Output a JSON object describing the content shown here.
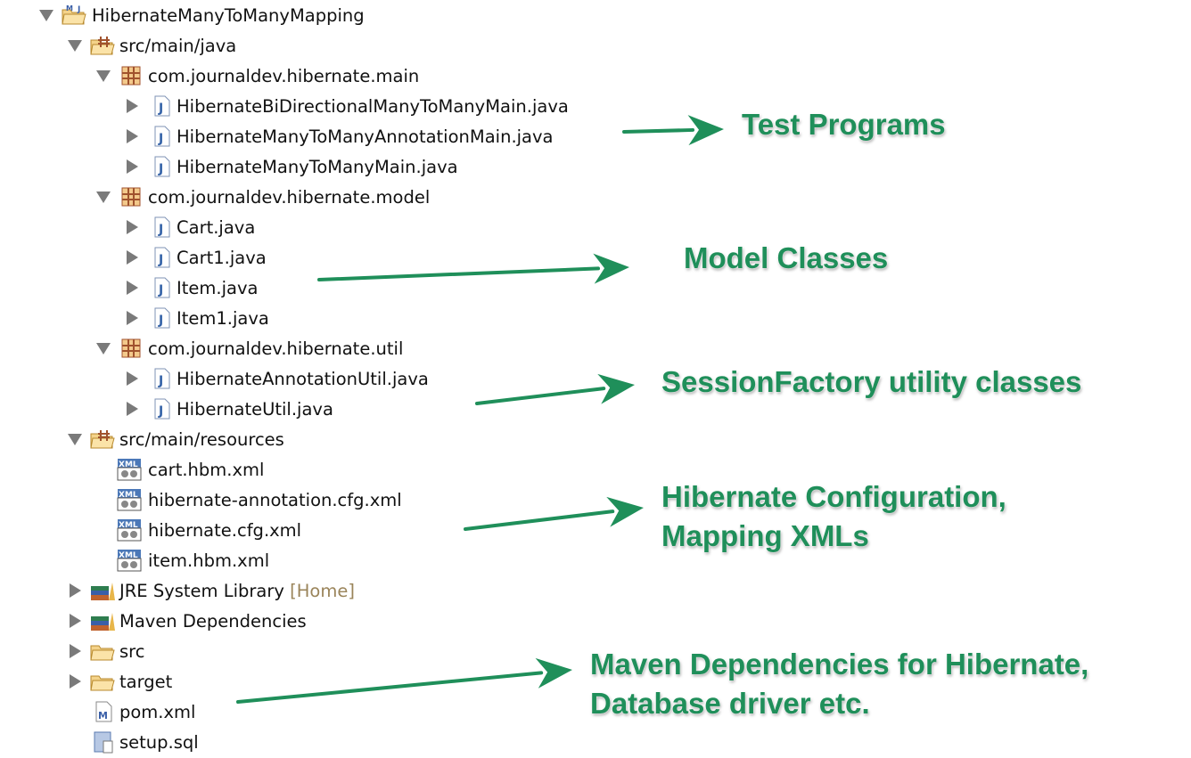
{
  "colors": {
    "annotation": "#1f8f5a",
    "decoration": "#9a845a",
    "triangle": "#7a7a7a"
  },
  "tree": [
    {
      "label": "HibernateManyToManyMapping",
      "level": 0,
      "toggle": "open",
      "icon": "maven-project-icon"
    },
    {
      "label": "src/main/java",
      "level": 1,
      "toggle": "open",
      "icon": "source-folder-icon"
    },
    {
      "label": "com.journaldev.hibernate.main",
      "level": 2,
      "toggle": "open",
      "icon": "package-icon"
    },
    {
      "label": "HibernateBiDirectionalManyToManyMain.java",
      "level": 3,
      "toggle": "closed",
      "icon": "java-file-icon"
    },
    {
      "label": "HibernateManyToManyAnnotationMain.java",
      "level": 3,
      "toggle": "closed",
      "icon": "java-file-icon"
    },
    {
      "label": "HibernateManyToManyMain.java",
      "level": 3,
      "toggle": "closed",
      "icon": "java-file-icon"
    },
    {
      "label": "com.journaldev.hibernate.model",
      "level": 2,
      "toggle": "open",
      "icon": "package-icon"
    },
    {
      "label": "Cart.java",
      "level": 3,
      "toggle": "closed",
      "icon": "java-file-icon"
    },
    {
      "label": "Cart1.java",
      "level": 3,
      "toggle": "closed",
      "icon": "java-file-icon"
    },
    {
      "label": "Item.java",
      "level": 3,
      "toggle": "closed",
      "icon": "java-file-icon"
    },
    {
      "label": "Item1.java",
      "level": 3,
      "toggle": "closed",
      "icon": "java-file-icon"
    },
    {
      "label": "com.journaldev.hibernate.util",
      "level": 2,
      "toggle": "open",
      "icon": "package-icon"
    },
    {
      "label": "HibernateAnnotationUtil.java",
      "level": 3,
      "toggle": "closed",
      "icon": "java-file-icon"
    },
    {
      "label": "HibernateUtil.java",
      "level": 3,
      "toggle": "closed",
      "icon": "java-file-icon"
    },
    {
      "label": "src/main/resources",
      "level": 1,
      "toggle": "open",
      "icon": "source-folder-icon"
    },
    {
      "label": "cart.hbm.xml",
      "level": 2,
      "toggle": "none",
      "icon": "xml-file-icon"
    },
    {
      "label": "hibernate-annotation.cfg.xml",
      "level": 2,
      "toggle": "none",
      "icon": "xml-file-icon"
    },
    {
      "label": "hibernate.cfg.xml",
      "level": 2,
      "toggle": "none",
      "icon": "xml-file-icon"
    },
    {
      "label": "item.hbm.xml",
      "level": 2,
      "toggle": "none",
      "icon": "xml-file-icon"
    },
    {
      "label": "JRE System Library",
      "decoration": "[Home]",
      "level": 1,
      "toggle": "closed",
      "icon": "library-icon"
    },
    {
      "label": "Maven Dependencies",
      "level": 1,
      "toggle": "closed",
      "icon": "library-icon"
    },
    {
      "label": "src",
      "level": 1,
      "toggle": "closed",
      "icon": "folder-icon"
    },
    {
      "label": "target",
      "level": 1,
      "toggle": "closed",
      "icon": "folder-icon"
    },
    {
      "label": "pom.xml",
      "level": 1,
      "toggle": "none",
      "icon": "maven-pom-icon"
    },
    {
      "label": "setup.sql",
      "level": 1,
      "toggle": "none",
      "icon": "sql-file-icon"
    }
  ],
  "annotations": [
    {
      "lines": [
        "Test Programs"
      ]
    },
    {
      "lines": [
        "Model Classes"
      ]
    },
    {
      "lines": [
        "SessionFactory utility classes"
      ]
    },
    {
      "lines": [
        "Hibernate Configuration,",
        "Mapping XMLs"
      ]
    },
    {
      "lines": [
        "Maven Dependencies for Hibernate,",
        "Database driver etc."
      ]
    }
  ]
}
